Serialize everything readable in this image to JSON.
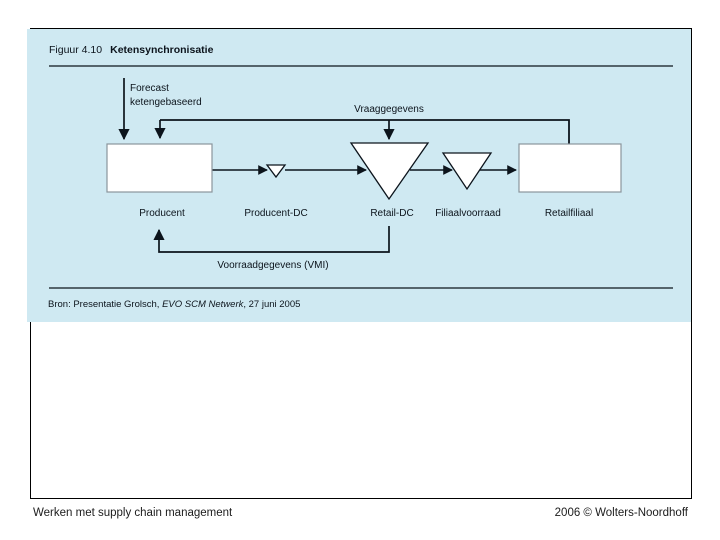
{
  "slide": {
    "figure": {
      "label": "Figuur 4.10",
      "title": "Ketensynchronisatie",
      "source": {
        "prefix": "Bron: Presentatie Grolsch, ",
        "italic": "EVO SCM Netwerk",
        "suffix": ", 27 juni 2005"
      },
      "diagram": {
        "forecast_line1": "Forecast",
        "forecast_line2": "ketengebaseerd",
        "demand_label": "Vraaggegevens",
        "vmi_label": "Voorraadgegevens (VMI)",
        "nodes": [
          "Producent",
          "Producent-DC",
          "Retail-DC",
          "Filiaalvoorraad",
          "Retailfiliaal"
        ]
      }
    },
    "footer": {
      "left": "Werken met supply chain management",
      "right": "2006 © Wolters-Noordhoff"
    },
    "colors": {
      "panel_bg": "#cfe9f2",
      "ink": "#0c141c",
      "box_border": "#8a959c"
    }
  }
}
